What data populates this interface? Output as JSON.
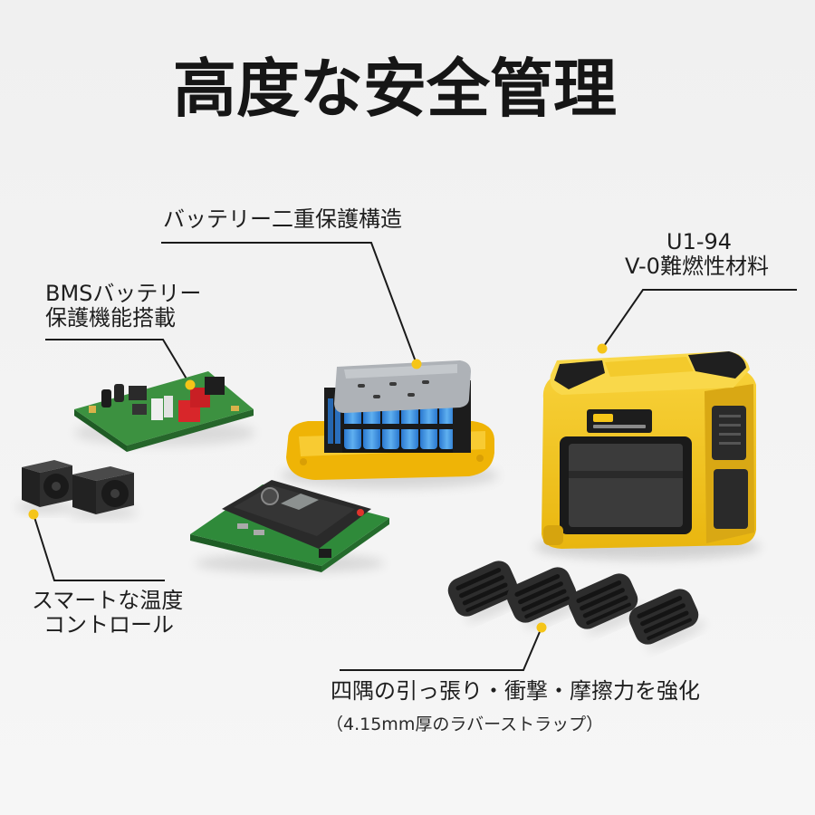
{
  "title": "高度な安全管理",
  "callouts": {
    "battery_protection": "バッテリー二重保護構造",
    "flame_retardant": {
      "line1": "U1-94",
      "line2": "V-0難燃性材料"
    },
    "bms": {
      "line1": "BMSバッテリー",
      "line2": "保護機能搭載"
    },
    "temperature": {
      "line1": "スマートな温度",
      "line2": "コントロール"
    },
    "rubber": {
      "line1": "四隅の引っ張り・衝撃・摩擦力を強化",
      "line2": "（4.15mm厚のラバーストラップ）"
    }
  },
  "colors": {
    "accent": "#f5c518",
    "text": "#1e1e1e",
    "background": "#f2f2f2",
    "case_yellow": "#f2c21b",
    "pcb_green": "#3c9140",
    "cell_blue": "#3b8ee0"
  }
}
